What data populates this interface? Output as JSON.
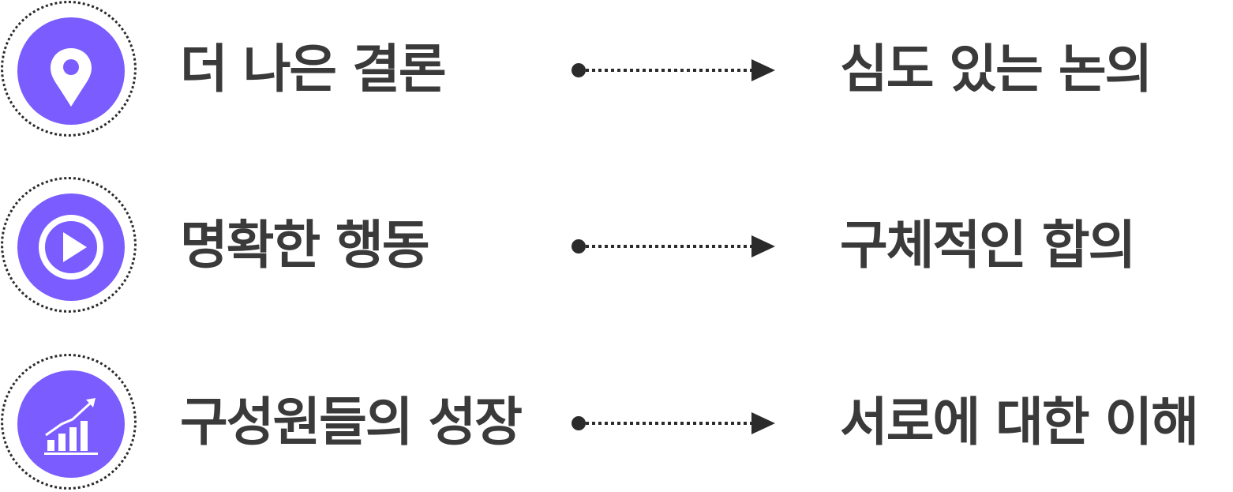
{
  "rows": [
    {
      "icon": "map-pin-icon",
      "left_label": "더 나은 결론",
      "right_label": "심도 있는 논의"
    },
    {
      "icon": "play-circle-icon",
      "left_label": "명확한 행동",
      "right_label": "구체적인 합의"
    },
    {
      "icon": "growth-chart-icon",
      "left_label": "구성원들의 성장",
      "right_label": "서로에 대한 이해"
    }
  ],
  "colors": {
    "accent": "#7a5cff",
    "text": "#3a3a3a",
    "arrow": "#2b2b2b"
  }
}
